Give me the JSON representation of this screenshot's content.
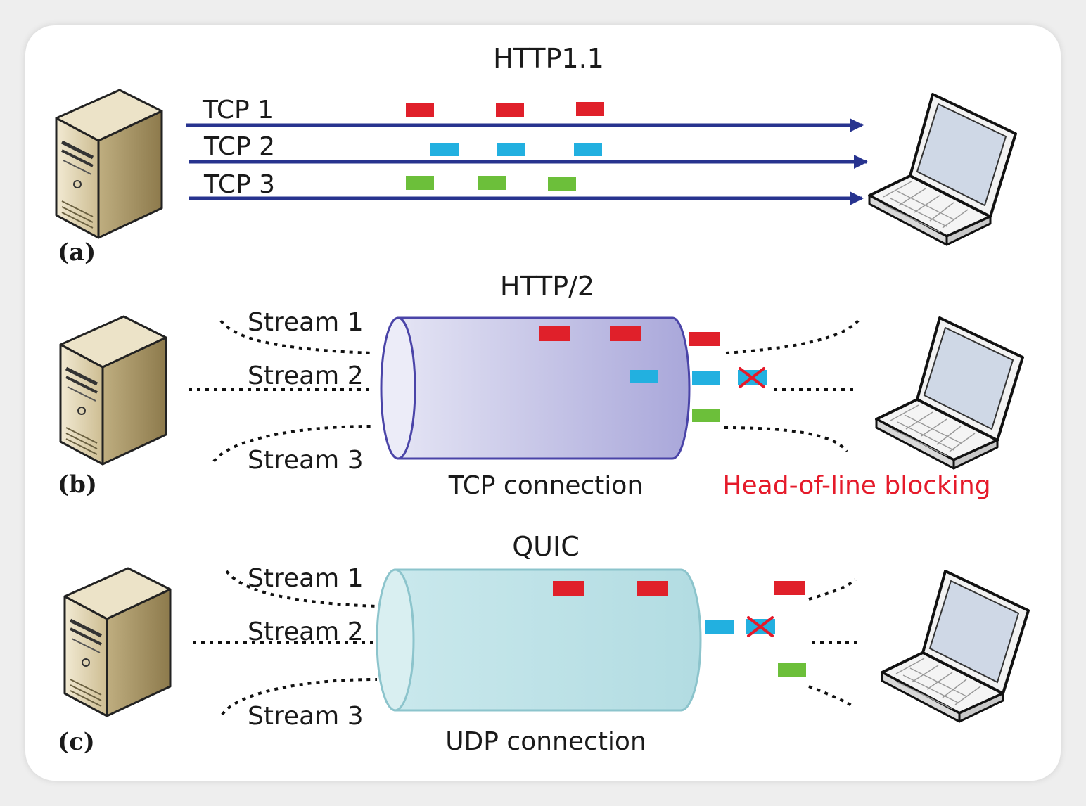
{
  "colors": {
    "arrow": "#27338f",
    "packet_red": "#e0202a",
    "packet_blue": "#22b0e0",
    "packet_green": "#6cbf3a",
    "blocking_text": "#e51a2a",
    "tcp_pipe": "#c3c2e6",
    "udp_pipe": "#bde3e8"
  },
  "icons": [
    "server-tower-icon",
    "laptop-icon",
    "blocked-x-icon"
  ],
  "panel_a": {
    "caption": "(a)",
    "title": "HTTP1.1",
    "connections": [
      "TCP 1",
      "TCP 2",
      "TCP 3"
    ]
  },
  "panel_b": {
    "caption": "(b)",
    "title": "HTTP/2",
    "streams": [
      "Stream 1",
      "Stream 2",
      "Stream 3"
    ],
    "pipe_label": "TCP connection",
    "blocking_label": "Head-of-line blocking"
  },
  "panel_c": {
    "caption": "(c)",
    "title": "QUIC",
    "streams": [
      "Stream 1",
      "Stream 2",
      "Stream 3"
    ],
    "pipe_label": "UDP connection"
  }
}
